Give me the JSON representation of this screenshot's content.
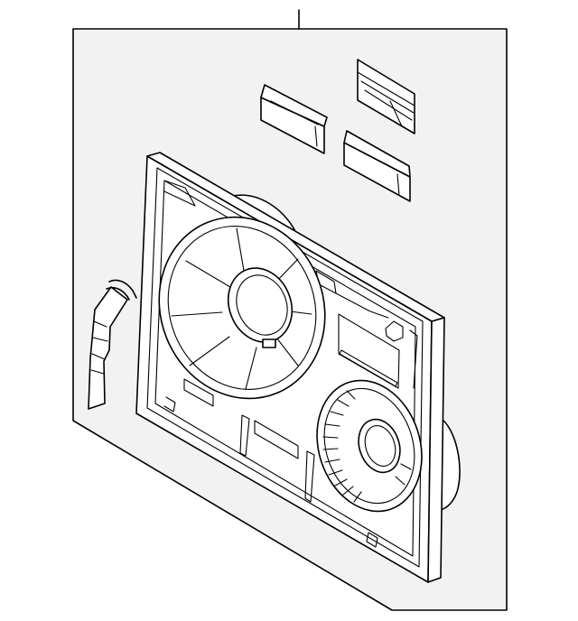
{
  "diagram": {
    "type": "exploded parts illustration",
    "background_color": "#ffffff",
    "panel_color": "#f2f2f2",
    "line_color": "#000000",
    "parts": [
      "fan-shroud-assembly",
      "large-fan-blade",
      "small-fan-blade",
      "fan-motor-large",
      "fan-motor-small",
      "mounting-bracket-1",
      "mounting-bracket-2",
      "mounting-bracket-3",
      "wiring-harness-clip"
    ]
  }
}
